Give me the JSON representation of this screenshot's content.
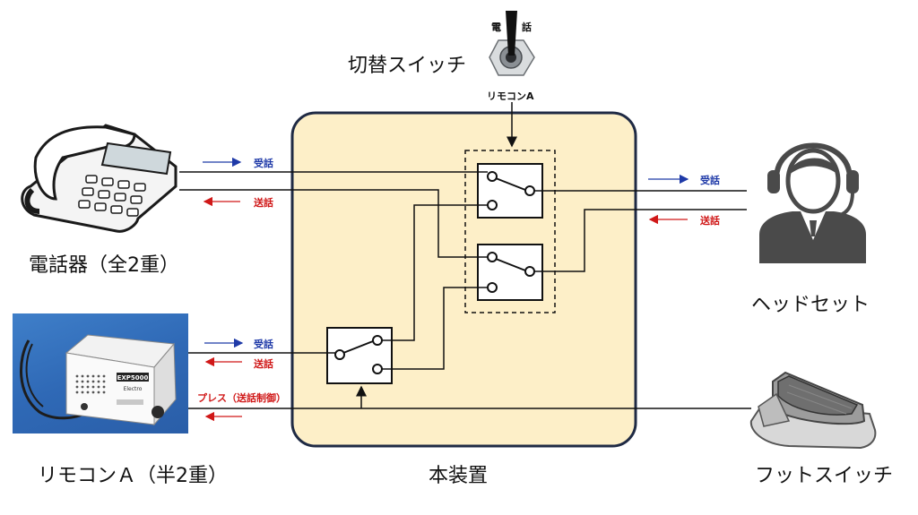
{
  "labels": {
    "telephone": "電話器（全2重）",
    "remote": "リモコンＡ（半2重）",
    "main_unit": "本装置",
    "headset": "ヘッドセット",
    "foot_switch": "フットスイッチ",
    "changeover_switch": "切替スイッチ",
    "toggle_top_left": "電",
    "toggle_top_right": "話",
    "toggle_bottom": "リモコンA"
  },
  "signals": {
    "receive": "受話",
    "send": "送話",
    "press": "プレス（送話制御）"
  },
  "device_text": {
    "remote_model": "EXP5000",
    "remote_brand": "Electro"
  },
  "colors": {
    "main_unit_fill": "#fdefc8",
    "main_unit_border": "#1f2a44",
    "receive_arrow": "#1f3aa8",
    "send_arrow": "#d01818"
  }
}
